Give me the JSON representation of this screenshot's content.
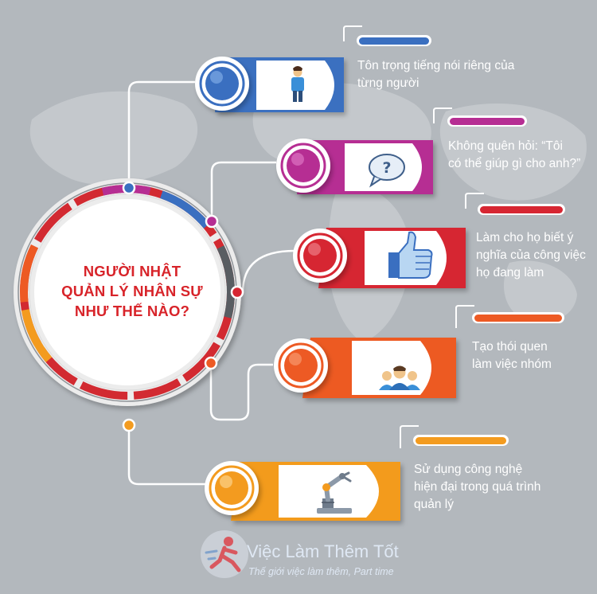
{
  "title": {
    "lines": [
      "NGƯỜI NHẬT",
      "QUẢN LÝ NHÂN SỰ",
      "NHƯ THẾ NÀO?"
    ],
    "color": "#d8242a"
  },
  "items": [
    {
      "lines": [
        "Tôn trọng tiếng nói riêng của",
        "từng người"
      ],
      "color": "#3a6fc0",
      "icon": "person-icon"
    },
    {
      "lines": [
        "Không quên hỏi: “Tôi",
        "có thể giúp gì cho anh?”"
      ],
      "color": "#b62e93",
      "icon": "question-speech-bubble-icon"
    },
    {
      "lines": [
        "Làm cho họ biết ý",
        "nghĩa của công việc",
        "họ đang làm"
      ],
      "color": "#d62632",
      "icon": "thumbs-up-icon"
    },
    {
      "lines": [
        "Tạo thói quen",
        "làm việc nhóm"
      ],
      "color": "#ed5a24",
      "icon": "team-icon"
    },
    {
      "lines": [
        "Sử dụng công nghệ",
        "hiện đại trong quá trình",
        "quản lý"
      ],
      "color": "#f39b1f",
      "icon": "robot-arm-icon"
    }
  ],
  "logo": {
    "title": "Việc Làm Thêm Tốt",
    "subtitle": "Thế giới việc làm thêm, Part time",
    "icon": "running-person-logo-icon"
  }
}
